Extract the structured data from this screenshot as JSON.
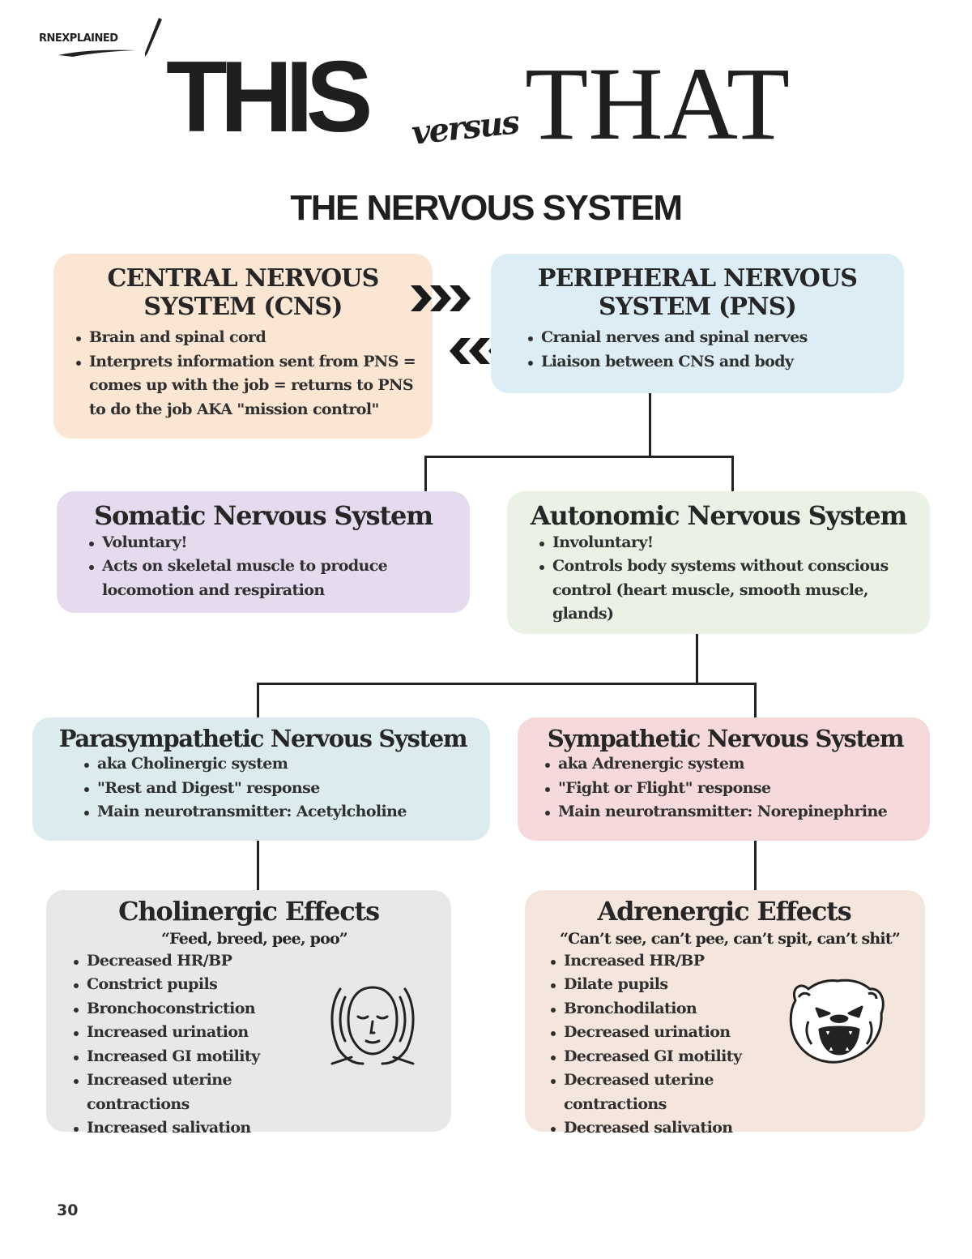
{
  "header": {
    "logo_text": "RNEXPLAINED",
    "title_this": "THIS",
    "title_versus": "versus",
    "title_that": "THAT",
    "subtitle": "THE NERVOUS SYSTEM"
  },
  "cns": {
    "title": "CENTRAL NERVOUS SYSTEM (CNS)",
    "items": [
      "Brain and spinal cord",
      "Interprets information sent from PNS = comes up with the job = returns to PNS to do the job AKA \"mission control\""
    ],
    "color": "#fbe6d3"
  },
  "pns": {
    "title": "PERIPHERAL NERVOUS SYSTEM (PNS)",
    "items": [
      "Cranial nerves and spinal nerves",
      "Liaison between CNS and body"
    ],
    "color": "#dcedf5"
  },
  "arrows": {
    "to_pns": "›››",
    "to_cns": "‹‹‹"
  },
  "somatic": {
    "title": "Somatic Nervous System",
    "items": [
      "Voluntary!",
      "Acts on skeletal muscle to produce locomotion and respiration"
    ],
    "color": "#e6dbee"
  },
  "autonomic": {
    "title": "Autonomic Nervous System",
    "items": [
      "Involuntary!",
      "Controls body systems without conscious control (heart muscle, smooth muscle, glands)"
    ],
    "color": "#eaf2e5"
  },
  "parasympathetic": {
    "title": "Parasympathetic Nervous System",
    "items": [
      "aka Cholinergic system",
      "\"Rest and Digest\" response",
      "Main neurotransmitter: Acetylcholine"
    ],
    "color": "#dcecee"
  },
  "sympathetic": {
    "title": "Sympathetic Nervous System",
    "items": [
      "aka Adrenergic system",
      "\"Fight or Flight\" response",
      "Main neurotransmitter: Norepinephrine"
    ],
    "color": "#f6dadb"
  },
  "cholinergic": {
    "title": "Cholinergic Effects",
    "quote": "“Feed, breed, pee, poo”",
    "items": [
      "Decreased HR/BP",
      "Constrict pupils",
      "Bronchoconstriction",
      "Increased urination",
      "Increased GI motility",
      "Increased uterine contractions",
      "Increased salivation"
    ],
    "illustration_icon": "relaxed-face-icon",
    "color": "#e7e8e7"
  },
  "adrenergic": {
    "title": "Adrenergic Effects",
    "quote": "“Can’t see, can’t pee, can’t spit, can’t shit”",
    "items": [
      "Increased HR/BP",
      "Dilate pupils",
      "Bronchodilation",
      "Decreased urination",
      "Decreased GI motility",
      "Decreased uterine contractions",
      "Decreased salivation"
    ],
    "illustration_icon": "roaring-bear-icon",
    "color": "#f5e6dd"
  },
  "footer": {
    "page_number": "30"
  }
}
